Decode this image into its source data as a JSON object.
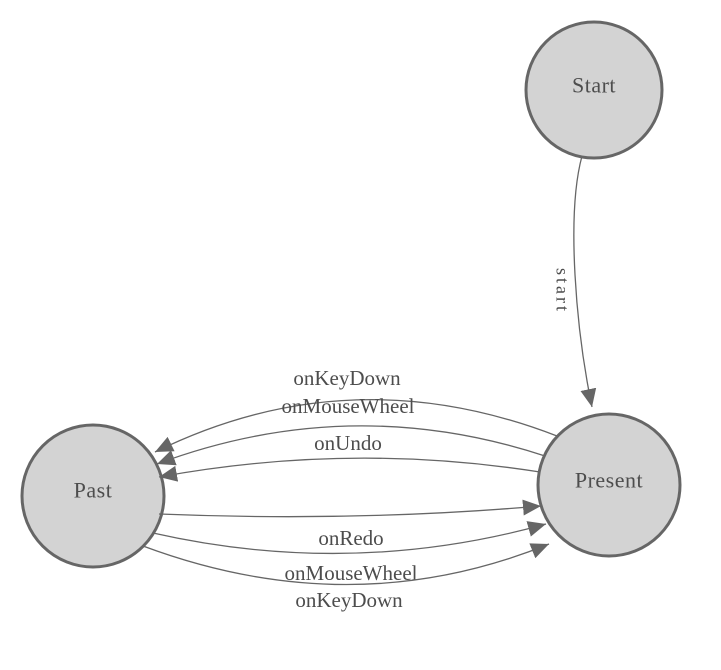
{
  "diagram": {
    "type": "state-machine",
    "background_color": "#ffffff",
    "node_fill_color": "#d3d3d3",
    "node_border_color": "#666666",
    "edge_color": "#666666",
    "text_color": "#4d4d4d",
    "nodes": [
      {
        "id": "start",
        "label": "Start"
      },
      {
        "id": "present",
        "label": "Present"
      },
      {
        "id": "past",
        "label": "Past"
      }
    ],
    "edges": [
      {
        "from": "start",
        "to": "present",
        "label": "start"
      },
      {
        "from": "present",
        "to": "past",
        "label": "onKeyDown"
      },
      {
        "from": "present",
        "to": "past",
        "label": "onMouseWheel"
      },
      {
        "from": "present",
        "to": "past",
        "label": "onUndo"
      },
      {
        "from": "past",
        "to": "present",
        "label": "onRedo"
      },
      {
        "from": "past",
        "to": "present",
        "label": "onMouseWheel"
      },
      {
        "from": "past",
        "to": "present",
        "label": "onKeyDown"
      }
    ]
  }
}
